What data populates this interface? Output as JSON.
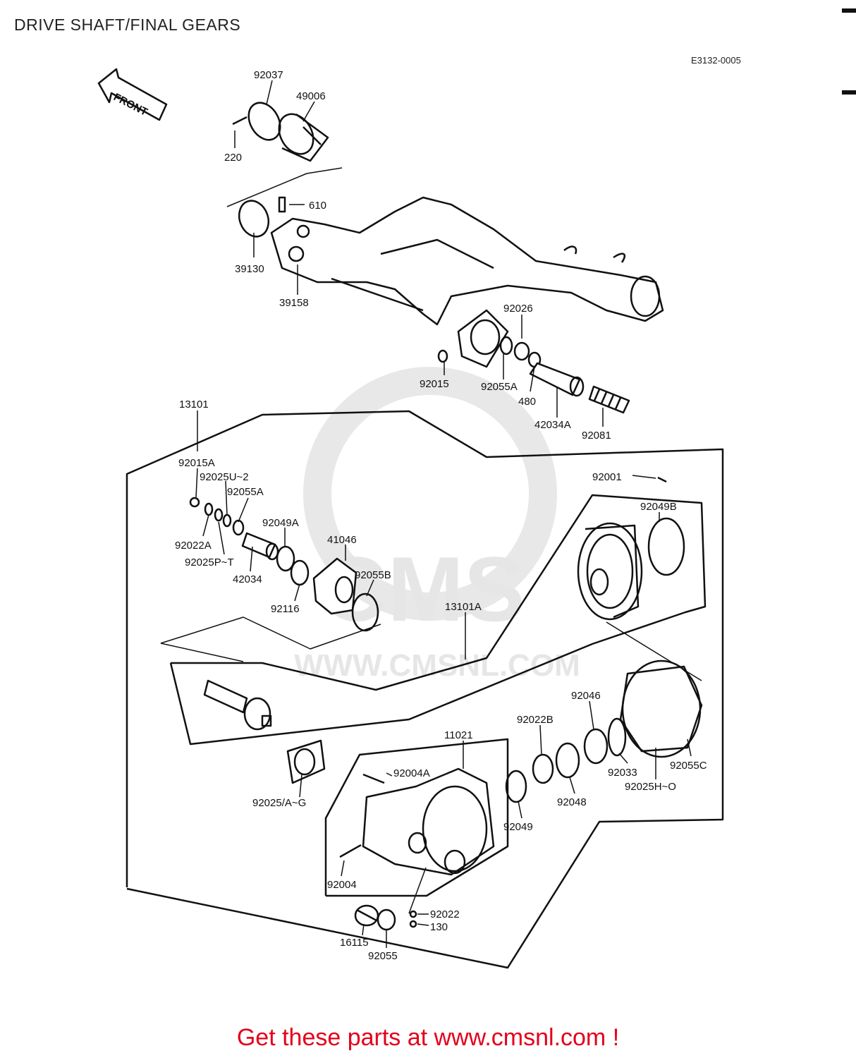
{
  "header": {
    "title": "DRIVE SHAFT/FINAL GEARS",
    "diagram_code": "E3132-0005"
  },
  "front_arrow": {
    "label": "FRONT"
  },
  "watermark": {
    "logo": "CMS",
    "url": "WWW.CMSNL.COM"
  },
  "parts": [
    {
      "id": "p1",
      "label": "92037"
    },
    {
      "id": "p2",
      "label": "49006"
    },
    {
      "id": "p3",
      "label": "220"
    },
    {
      "id": "p4",
      "label": "610"
    },
    {
      "id": "p5",
      "label": "39130"
    },
    {
      "id": "p6",
      "label": "39158"
    },
    {
      "id": "p7",
      "label": "92026"
    },
    {
      "id": "p8",
      "label": "92015"
    },
    {
      "id": "p9",
      "label": "92055A"
    },
    {
      "id": "p10",
      "label": "480"
    },
    {
      "id": "p11",
      "label": "42034A"
    },
    {
      "id": "p12",
      "label": "92081"
    },
    {
      "id": "p13",
      "label": "13101"
    },
    {
      "id": "p14",
      "label": "92015A"
    },
    {
      "id": "p15",
      "label": "92025U~2"
    },
    {
      "id": "p16",
      "label": "92055A"
    },
    {
      "id": "p17",
      "label": "92049A"
    },
    {
      "id": "p18",
      "label": "41046"
    },
    {
      "id": "p19",
      "label": "92022A"
    },
    {
      "id": "p20",
      "label": "92025P~T"
    },
    {
      "id": "p21",
      "label": "42034"
    },
    {
      "id": "p22",
      "label": "92055B"
    },
    {
      "id": "p23",
      "label": "92116"
    },
    {
      "id": "p24",
      "label": "13101A"
    },
    {
      "id": "p25",
      "label": "92001"
    },
    {
      "id": "p26",
      "label": "92049B"
    },
    {
      "id": "p27",
      "label": "92046"
    },
    {
      "id": "p28",
      "label": "92022B"
    },
    {
      "id": "p29",
      "label": "11021"
    },
    {
      "id": "p30",
      "label": "92004A"
    },
    {
      "id": "p31",
      "label": "92033"
    },
    {
      "id": "p32",
      "label": "92055C"
    },
    {
      "id": "p33",
      "label": "92025H~O"
    },
    {
      "id": "p34",
      "label": "92048"
    },
    {
      "id": "p35",
      "label": "92049"
    },
    {
      "id": "p36",
      "label": "92025/A~G"
    },
    {
      "id": "p37",
      "label": "92004"
    },
    {
      "id": "p38",
      "label": "92022"
    },
    {
      "id": "p39",
      "label": "130"
    },
    {
      "id": "p40",
      "label": "16115"
    },
    {
      "id": "p41",
      "label": "92055"
    }
  ],
  "footer": {
    "text": "Get these parts at www.cmsnl.com !",
    "color": "#e3001b"
  }
}
